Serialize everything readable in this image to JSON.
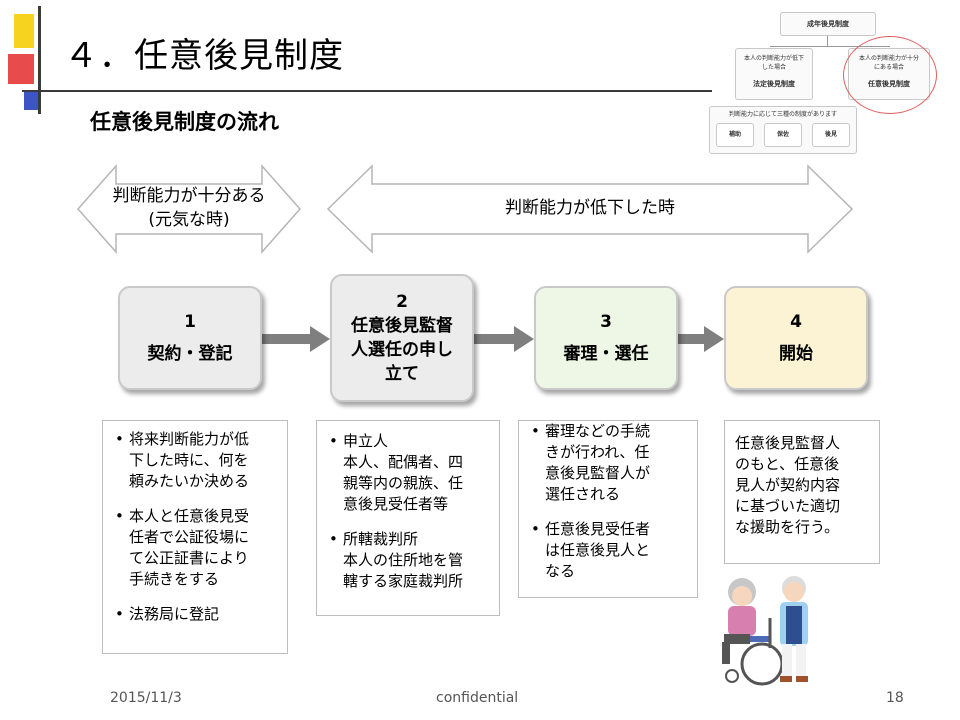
{
  "title": "４．任意後見制度",
  "subtitle": "任意後見制度の流れ",
  "arrows": {
    "left": [
      "判断能力が十分ある",
      "(元気な時)"
    ],
    "right": "判断能力が低下した時"
  },
  "steps": [
    {
      "num": "1",
      "label": "契約・登記",
      "color": "#ececec"
    },
    {
      "num": "2",
      "label": "任意後見監督人選任の申し立て",
      "label_lines": [
        "任意後見監督",
        "人選任の申し",
        "立て"
      ],
      "color": "#ececec"
    },
    {
      "num": "3",
      "label": "審理・選任",
      "color": "#eef7e6"
    },
    {
      "num": "4",
      "label": "開始",
      "color": "#fbf3d3"
    }
  ],
  "descriptions": {
    "step1": [
      [
        "将来判断能力が低",
        "下した時に、何を",
        "頼みたいか決める"
      ],
      [
        "本人と任意後見受",
        "任者で公証役場に",
        "て公正証書により",
        "手続きをする"
      ],
      [
        "法務局に登記"
      ]
    ],
    "step2": [
      [
        "申立人",
        "本人、配偶者、四",
        "親等内の親族、任",
        "意後見受任者等"
      ],
      [
        "所轄裁判所",
        "本人の住所地を管",
        "轄する家庭裁判所"
      ]
    ],
    "step3": [
      [
        "審理などの手続",
        "きが行われ、任",
        "意後見監督人が",
        "選任される"
      ],
      [
        "任意後見受任者",
        "は任意後見人と",
        "なる"
      ]
    ],
    "step4": [
      "任意後見監督人",
      "のもと、任意後",
      "見人が契約内容",
      "に基づいた適切",
      "な援助を行う。"
    ]
  },
  "mini_diagram": {
    "top": "成年後見制度",
    "left_note": [
      "本人の判断能力が低下",
      "した場合"
    ],
    "left_title": "法定後見制度",
    "right_note": [
      "本人の判断能力が十分",
      "にある場合"
    ],
    "right_title": "任意後見制度",
    "bottom_note": "判断能力に応じて三種の制度があります",
    "items": [
      "補助",
      "保佐",
      "後見"
    ]
  },
  "footer": {
    "date": "2015/11/3",
    "center": "confidential",
    "page": "18"
  },
  "colors": {
    "accent_red": "#e06060",
    "arrow_gray": "#7f7f7f"
  }
}
